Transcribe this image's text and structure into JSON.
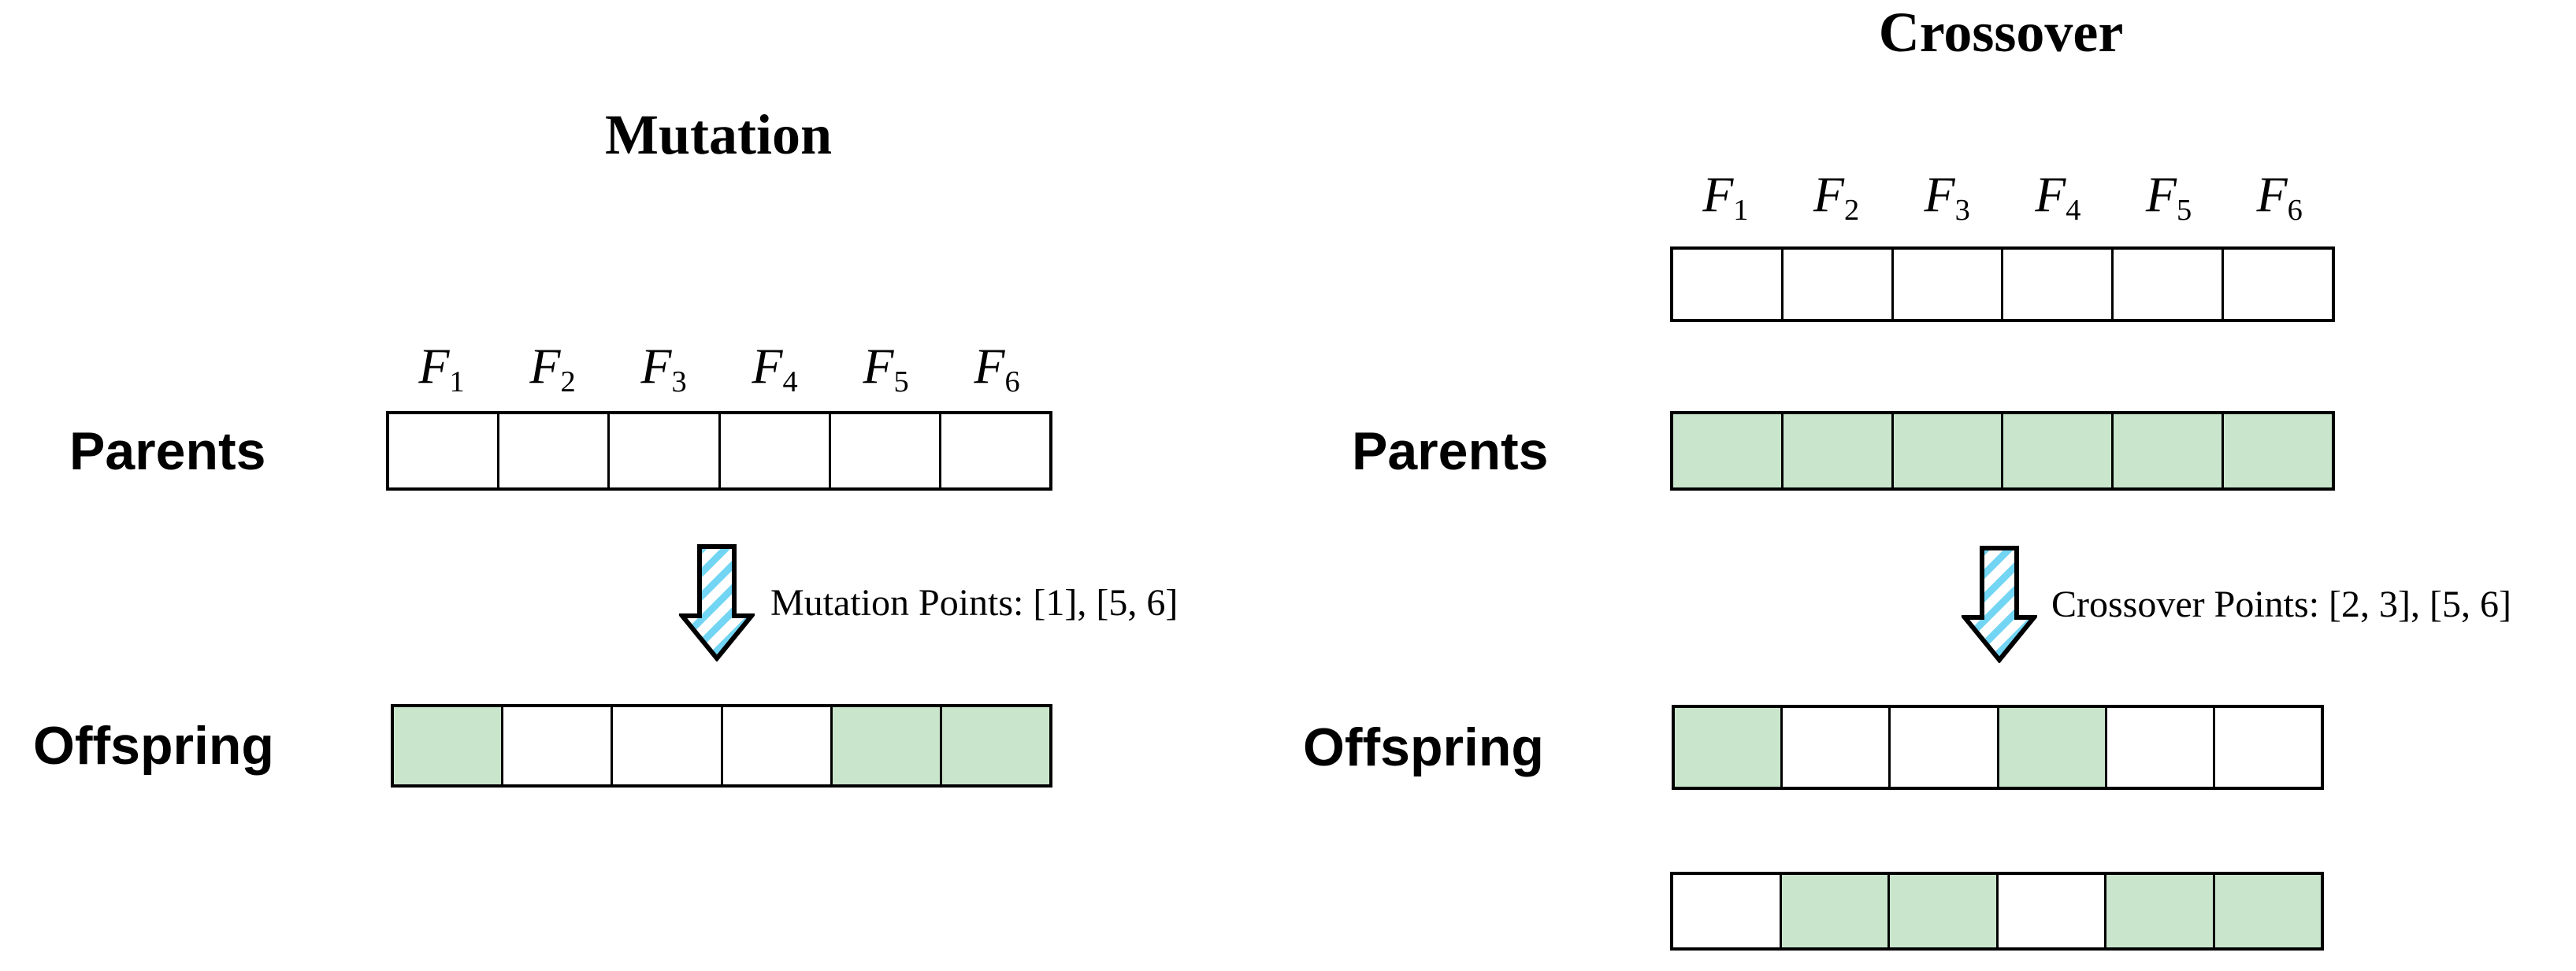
{
  "colors": {
    "gene_green": "#c9e6cc",
    "arrow_stripe_blue": "#72d5f3",
    "cell_white": "#ffffff",
    "outline_black": "#000000"
  },
  "left": {
    "title": "Mutation",
    "parents_label": "Parents",
    "offspring_label": "Offspring",
    "annotation": "Mutation Points: [1], [5, 6]",
    "gene_labels": [
      {
        "base": "F",
        "sub": "1"
      },
      {
        "base": "F",
        "sub": "2"
      },
      {
        "base": "F",
        "sub": "3"
      },
      {
        "base": "F",
        "sub": "4"
      },
      {
        "base": "F",
        "sub": "5"
      },
      {
        "base": "F",
        "sub": "6"
      }
    ],
    "parents_row": [
      "white",
      "white",
      "white",
      "white",
      "white",
      "white"
    ],
    "offspring_row": [
      "green",
      "white",
      "white",
      "white",
      "green",
      "green"
    ]
  },
  "right": {
    "title": "Crossover",
    "parents_label": "Parents",
    "offspring_label": "Offspring",
    "annotation": "Crossover Points: [2, 3], [5, 6]",
    "gene_labels": [
      {
        "base": "F",
        "sub": "1"
      },
      {
        "base": "F",
        "sub": "2"
      },
      {
        "base": "F",
        "sub": "3"
      },
      {
        "base": "F",
        "sub": "4"
      },
      {
        "base": "F",
        "sub": "5"
      },
      {
        "base": "F",
        "sub": "6"
      }
    ],
    "parent_row_top": [
      "white",
      "white",
      "white",
      "white",
      "white",
      "white"
    ],
    "parent_row_bottom": [
      "green",
      "green",
      "green",
      "green",
      "green",
      "green"
    ],
    "offspring_row_1": [
      "green",
      "white",
      "white",
      "green",
      "white",
      "white"
    ],
    "offspring_row_2": [
      "white",
      "green",
      "green",
      "white",
      "green",
      "green"
    ]
  }
}
